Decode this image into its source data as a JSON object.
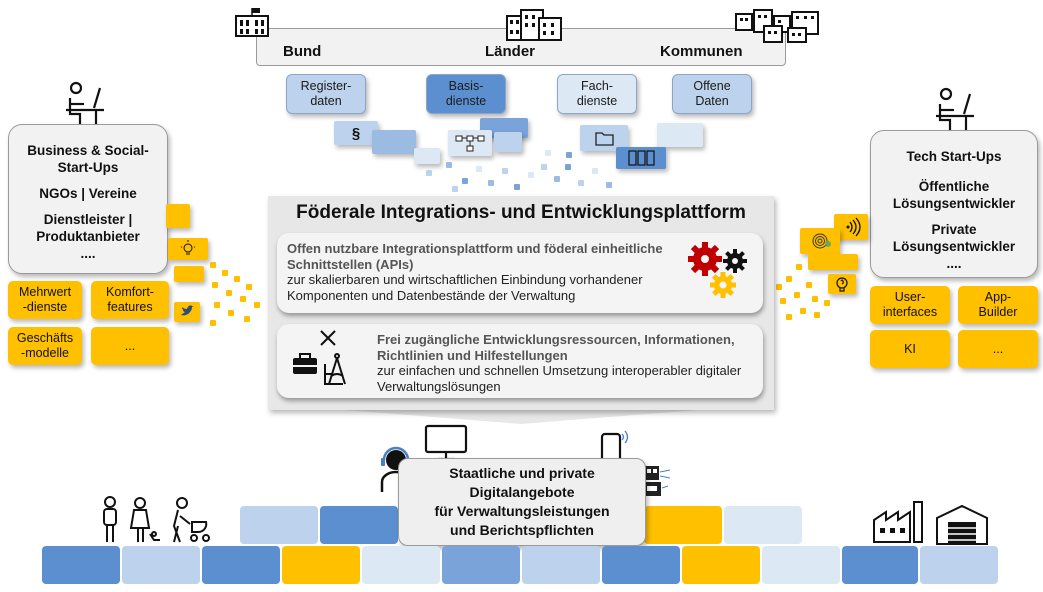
{
  "government": {
    "levels": [
      "Bund",
      "Länder",
      "Kommunen"
    ]
  },
  "data_services": {
    "items": [
      "Register-\ndaten",
      "Basis-\ndienste",
      "Fach-\ndienste",
      "Offene\nDaten"
    ],
    "paragraph_glyph": "§"
  },
  "left_actors": {
    "items": [
      "Business & Social-\nStart-Ups",
      "NGOs | Vereine",
      "Dienstleister |\nProduktanbieter",
      "...."
    ]
  },
  "left_offerings": [
    "Mehrwert\n-dienste",
    "Komfort-\nfeatures",
    "Geschäfts\n-modelle",
    "..."
  ],
  "right_actors": {
    "items": [
      "Tech Start-Ups",
      "Öffentliche\nLösungsentwickler",
      "Private\nLösungsentwickler",
      "...."
    ]
  },
  "right_offerings": [
    "User-\ninterfaces",
    "App-\nBuilder",
    "KI",
    "..."
  ],
  "platform": {
    "title": "Föderale Integrations- und Entwicklungsplattform",
    "panel1": {
      "title": "Offen nutzbare Integrationsplattform und föderal einheitliche Schnittstellen (APIs)",
      "desc": "zur skalierbaren und wirtschaftlichen Einbindung vorhandener Komponenten und Datenbestände der Verwaltung"
    },
    "panel2": {
      "title": "Frei zugängliche Entwicklungsressourcen, Informationen, Richtlinien und Hilfestellungen",
      "desc": "zur einfachen und schnellen Umsetzung interoperabler digitaler Verwaltungslösungen"
    }
  },
  "digital_offers": {
    "text": "Staatliche und private\nDigitalangebote\nfür Verwaltungsleistungen\nund Berichtspflichten"
  },
  "colors": {
    "yellow": "#ffc000",
    "blue_mid": "#5b8fd0",
    "blue_light": "#bdd2ec",
    "blue_pale": "#dde8f5",
    "gear_red": "#c00000",
    "panel_grey": "#e7e7e7"
  },
  "icons": [
    "government-building-icon",
    "office-buildings-icon",
    "person-at-desk-icon",
    "gears-icon",
    "tools-icon",
    "support-agent-icon",
    "monitor-icon",
    "smartphone-icon",
    "robot-icon",
    "people-icon",
    "factory-icon",
    "warehouse-icon",
    "lightbulb-icon",
    "twitter-icon",
    "fingerprint-icon",
    "wireless-icon",
    "brain-icon",
    "folder-icon",
    "servers-icon",
    "flowchart-icon"
  ]
}
